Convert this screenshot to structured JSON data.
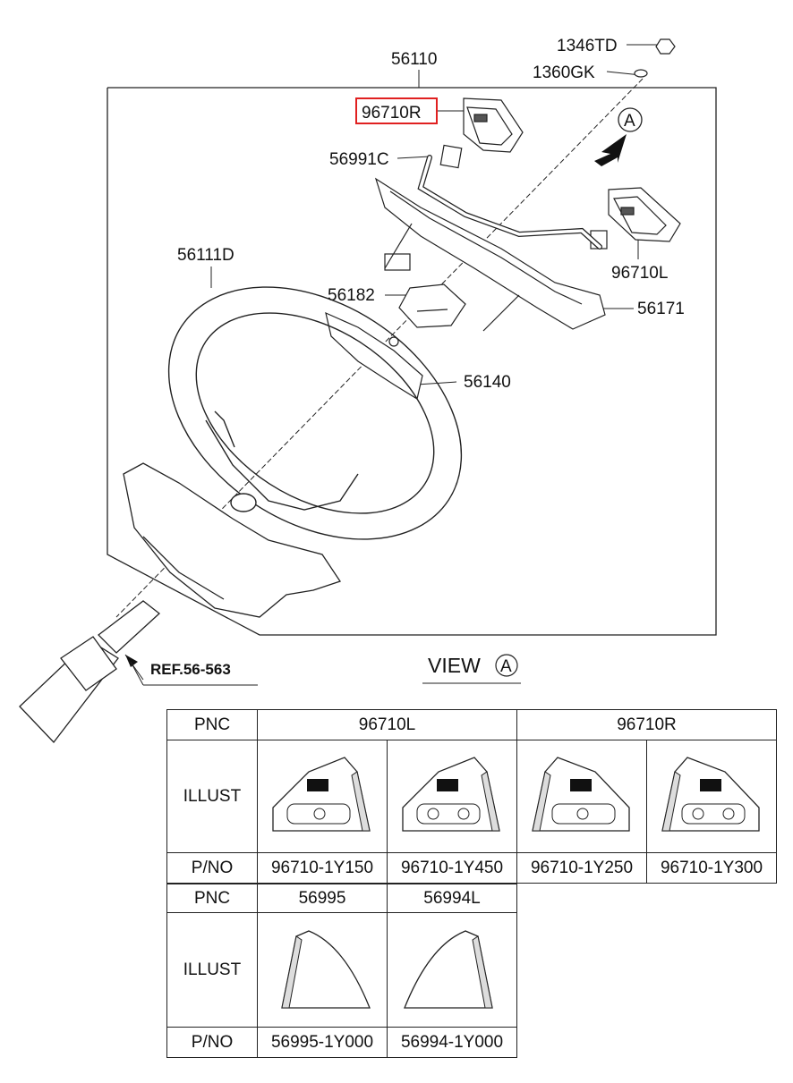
{
  "callouts": {
    "c56110": "56110",
    "c1346TD": "1346TD",
    "c1360GK": "1360GK",
    "c96710R": "96710R",
    "c56991C": "56991C",
    "c56111D": "56111D",
    "c96710L": "96710L",
    "c56182": "56182",
    "c56171": "56171",
    "c56140": "56140",
    "viewMarker": "A",
    "ref": "REF.56-563"
  },
  "view": {
    "label": "VIEW",
    "marker": "A"
  },
  "table1": {
    "pnc_label": "PNC",
    "illust_label": "ILLUST",
    "pno_label": "P/NO",
    "groups": [
      "96710L",
      "96710R"
    ],
    "parts": [
      "96710-1Y150",
      "96710-1Y450",
      "96710-1Y250",
      "96710-1Y300"
    ]
  },
  "table2": {
    "pnc_label": "PNC",
    "illust_label": "ILLUST",
    "pno_label": "P/NO",
    "groups": [
      "56995",
      "56994L"
    ],
    "parts": [
      "56995-1Y000",
      "56994-1Y000"
    ]
  },
  "colors": {
    "highlight": "#e02020",
    "line": "#222222"
  }
}
